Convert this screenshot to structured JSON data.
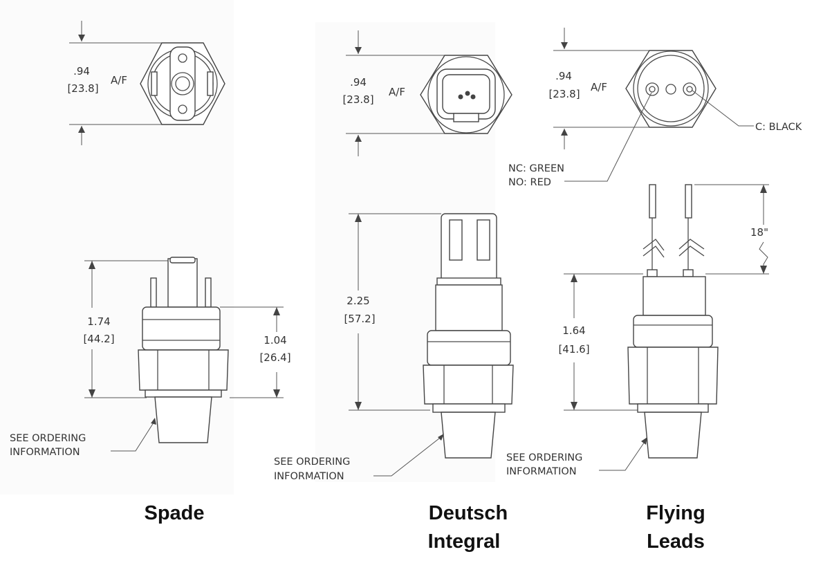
{
  "spade": {
    "caption": "Spade",
    "across_flats_in": ".94",
    "across_flats_mm": "[23.8]",
    "af_label": "A/F",
    "height_in": "1.74",
    "height_mm": "[44.2]",
    "thread_height_in": "1.04",
    "thread_height_mm": "[26.4]",
    "note_line1": "SEE ORDERING",
    "note_line2": "INFORMATION"
  },
  "deutsch": {
    "caption_line1": "Deutsch",
    "caption_line2": "Integral",
    "across_flats_in": ".94",
    "across_flats_mm": "[23.8]",
    "af_label": "A/F",
    "height_in": "2.25",
    "height_mm": "[57.2]",
    "note_line1": "SEE ORDERING",
    "note_line2": "INFORMATION"
  },
  "flying": {
    "caption_line1": "Flying",
    "caption_line2": "Leads",
    "across_flats_in": ".94",
    "across_flats_mm": "[23.8]",
    "af_label": "A/F",
    "wire_c": "C: BLACK",
    "wire_nc": "NC: GREEN",
    "wire_no": "NO: RED",
    "lead_length": "18\"",
    "height_in": "1.64",
    "height_mm": "[41.6]",
    "note_line1": "SEE ORDERING",
    "note_line2": "INFORMATION"
  }
}
